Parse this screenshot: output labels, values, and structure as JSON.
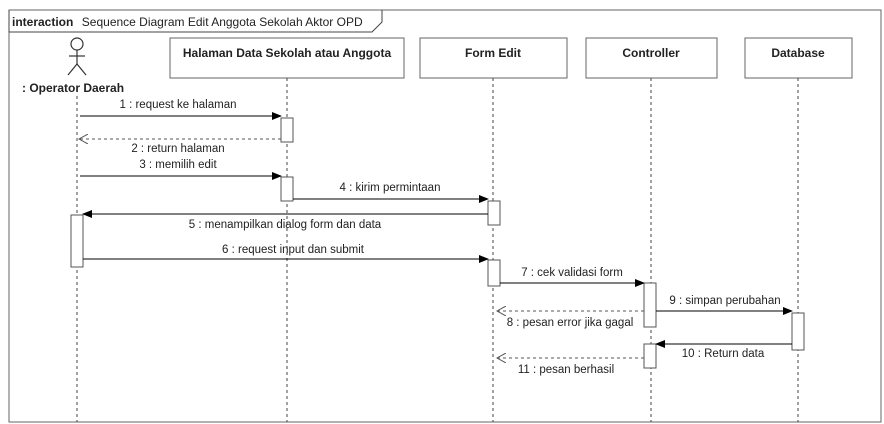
{
  "frame": {
    "keyword": "interaction",
    "title": "Sequence Diagram Edit Anggota Sekolah Aktor OPD"
  },
  "actor": {
    "label": ": Operator Daerah",
    "icon": "stick-figure-actor-icon"
  },
  "lifelines": [
    {
      "id": "halaman",
      "label": "Halaman Data Sekolah atau Anggota"
    },
    {
      "id": "form",
      "label": "Form Edit"
    },
    {
      "id": "controller",
      "label": "Controller"
    },
    {
      "id": "database",
      "label": "Database"
    }
  ],
  "messages": [
    {
      "label": "1 : request ke halaman",
      "kind": "sync"
    },
    {
      "label": "2 : return halaman",
      "kind": "return"
    },
    {
      "label": "3 : memilih edit",
      "kind": "sync"
    },
    {
      "label": "4 : kirim permintaan",
      "kind": "sync"
    },
    {
      "label": "5 : menampilkan dialog form dan data",
      "kind": "sync"
    },
    {
      "label": "6 : request input dan submit",
      "kind": "sync"
    },
    {
      "label": "7 : cek validasi form",
      "kind": "sync"
    },
    {
      "label": "8 : pesan error jika gagal",
      "kind": "return"
    },
    {
      "label": "9 : simpan perubahan",
      "kind": "sync"
    },
    {
      "label": "10 : Return data",
      "kind": "sync"
    },
    {
      "label": "11 : pesan berhasil",
      "kind": "return"
    }
  ]
}
